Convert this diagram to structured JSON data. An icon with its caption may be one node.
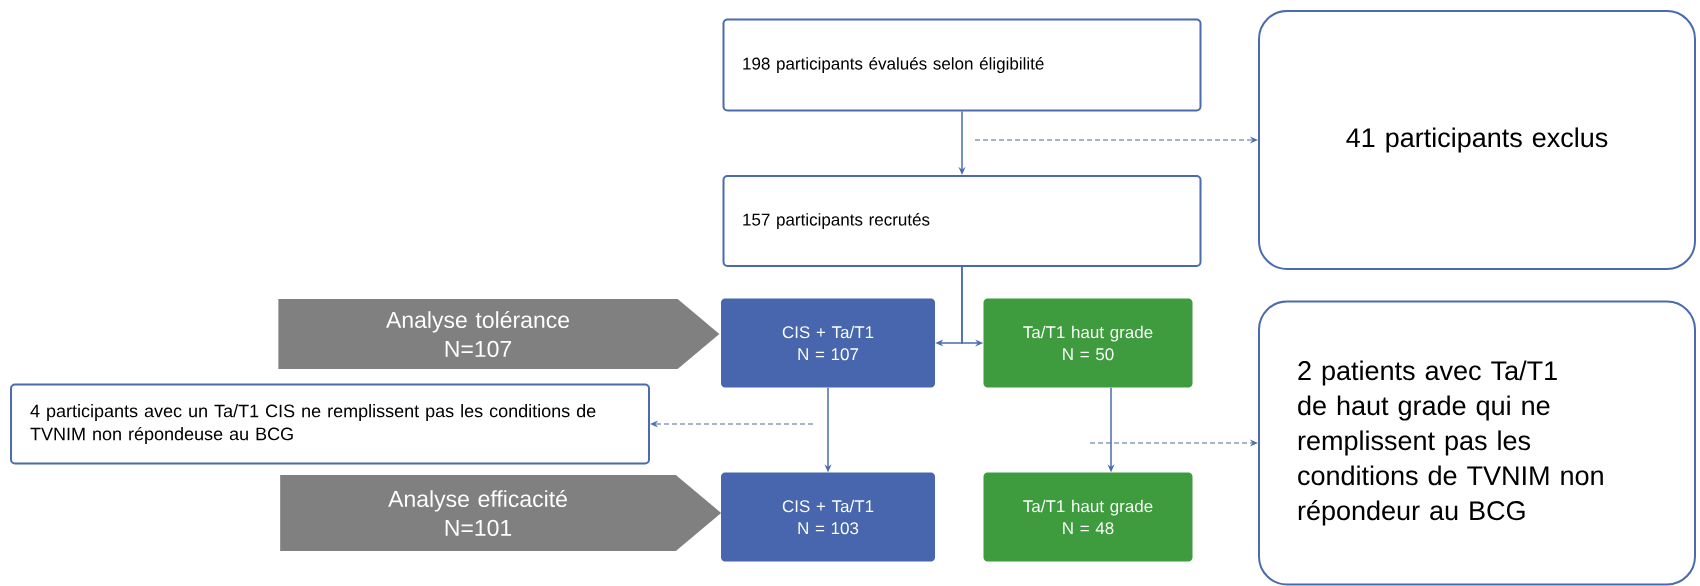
{
  "diagram": {
    "nodes": [
      {
        "text": [
          "198 participants évalués selon éligibilité"
        ]
      },
      {
        "text": [
          "41 participants exclus"
        ]
      },
      {
        "text": [
          "157 participants recrutés"
        ]
      },
      {
        "text": [
          "Analyse tolérance",
          "N=107"
        ]
      },
      {
        "text": [
          "CIS + Ta/T1",
          "N = 107"
        ]
      },
      {
        "text": [
          "Ta/T1 haut grade",
          "N = 50"
        ]
      },
      {
        "text": [
          "2 patients avec Ta/T1 de haut grade qui ne remplissent pas les conditions de TVNIM non répondeur au BCG"
        ]
      },
      {
        "text": [
          "4 participants avec un Ta/T1 CIS ne remplissent pas les conditions de TVNIM non répondeuse au BCG"
        ]
      },
      {
        "text": [
          "Analyse efficacité",
          "N=101"
        ]
      },
      {
        "text": [
          "CIS + Ta/T1",
          "N = 103"
        ]
      },
      {
        "text": [
          "Ta/T1 haut grade",
          "N = 48"
        ]
      }
    ],
    "edges": [
      {
        "from": 0,
        "to": 2,
        "arrow": "to"
      },
      {
        "from": null,
        "to": 1,
        "arrow": "to",
        "style": "dashed"
      },
      {
        "from": 2,
        "to": 4,
        "arrow": "to"
      },
      {
        "from": 2,
        "to": 5,
        "arrow": "to"
      },
      {
        "from": 4,
        "to": 9,
        "arrow": "to"
      },
      {
        "from": null,
        "to": 7,
        "arrow": "to",
        "style": "dashed"
      },
      {
        "from": 5,
        "to": 10,
        "arrow": "to"
      },
      {
        "from": null,
        "to": 6,
        "arrow": "to",
        "style": "dashed"
      }
    ]
  }
}
